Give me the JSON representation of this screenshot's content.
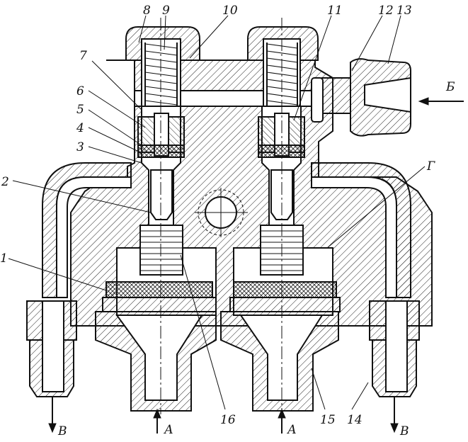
{
  "part_numbers": [
    "1",
    "2",
    "3",
    "4",
    "5",
    "6",
    "7",
    "8",
    "9",
    "10",
    "11",
    "12",
    "13",
    "14",
    "15",
    "16"
  ],
  "port_letters": {
    "A_left": "А",
    "A_right": "А",
    "B_left": "В",
    "B_right": "В",
    "Б": "Б",
    "Г": "Г"
  }
}
